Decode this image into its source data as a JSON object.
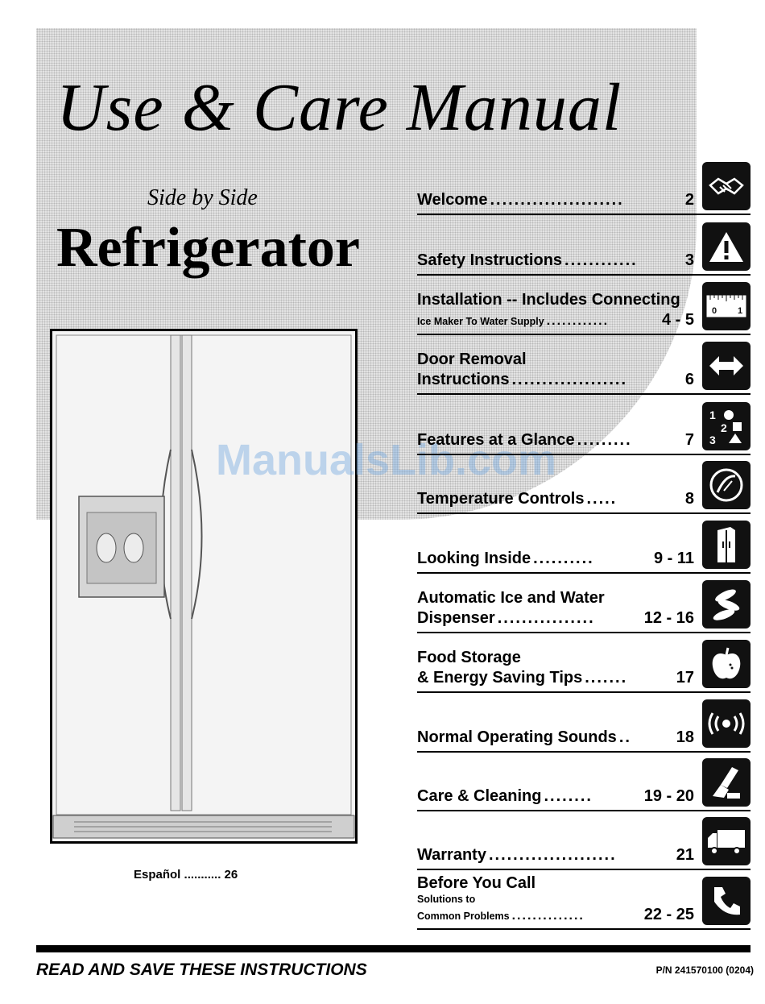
{
  "header": {
    "title": "Use & Care Manual",
    "subtitle": "Side by Side",
    "product": "Refrigerator"
  },
  "watermark": "ManualsLib.com",
  "espanol": {
    "label": "Español",
    "dots": "...........",
    "page": "26"
  },
  "toc": [
    {
      "title": "Welcome",
      "dots": "......................",
      "page": "2",
      "icon": "handshake-icon"
    },
    {
      "title": "Safety Instructions",
      "dots": "............",
      "page": "3",
      "icon": "warning-icon"
    },
    {
      "title": "Installation -- Includes Connecting",
      "note": "Ice Maker To Water Supply",
      "dots": "............",
      "page": "4 - 5",
      "icon": "ruler-icon"
    },
    {
      "title": "Door Removal",
      "line2": "Instructions",
      "dots": "...................",
      "page": "6",
      "icon": "double-arrow-icon"
    },
    {
      "title": "Features at a Glance",
      "dots": ".........",
      "page": "7",
      "icon": "numbered-shapes-icon"
    },
    {
      "title": "Temperature Controls",
      "dots": ".....",
      "page": "8",
      "icon": "dial-icon"
    },
    {
      "title": "Looking Inside",
      "dots": "..........",
      "page": "9 - 11",
      "icon": "refrigerator-icon"
    },
    {
      "title": "Automatic Ice and Water",
      "line2": "Dispenser",
      "dots": "................",
      "page": "12 - 16",
      "icon": "leaves-icon"
    },
    {
      "title": "Food Storage",
      "line2": "& Energy Saving Tips",
      "dots": ".......",
      "page": "17",
      "icon": "apple-icon"
    },
    {
      "title": "Normal Operating Sounds",
      "dots": "..",
      "page": "18",
      "icon": "sound-waves-icon"
    },
    {
      "title": "Care & Cleaning",
      "dots": "........",
      "page": "19 - 20",
      "icon": "cleaning-hand-icon"
    },
    {
      "title": "Warranty",
      "dots": ".....................",
      "page": "21",
      "icon": "truck-icon"
    },
    {
      "title": "Before You Call",
      "note": "Solutions to",
      "note2": "Common Problems",
      "dots": "..............",
      "page": "22 - 25",
      "icon": "phone-icon"
    }
  ],
  "footer": {
    "left": "READ AND SAVE THESE INSTRUCTIONS",
    "right": "P/N 241570100   (0204)"
  }
}
